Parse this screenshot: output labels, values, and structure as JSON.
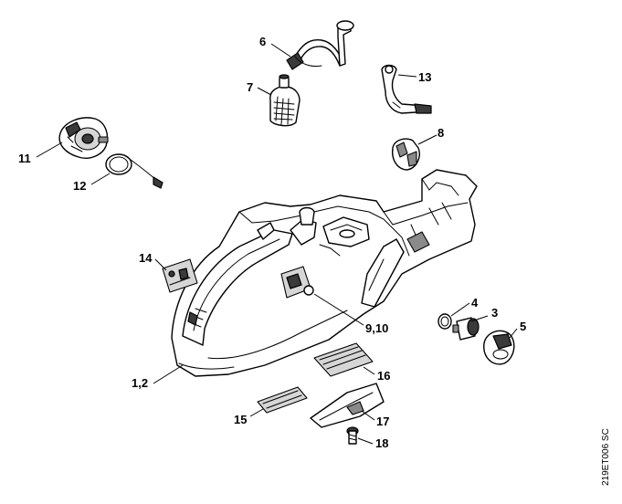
{
  "callouts": [
    {
      "id": "6",
      "text": "6"
    },
    {
      "id": "7",
      "text": "7"
    },
    {
      "id": "13",
      "text": "13"
    },
    {
      "id": "8",
      "text": "8"
    },
    {
      "id": "11",
      "text": "11"
    },
    {
      "id": "12",
      "text": "12"
    },
    {
      "id": "14",
      "text": "14"
    },
    {
      "id": "4",
      "text": "4"
    },
    {
      "id": "3",
      "text": "3"
    },
    {
      "id": "5",
      "text": "5"
    },
    {
      "id": "9_10",
      "text": "9,10"
    },
    {
      "id": "1_2",
      "text": "1,2"
    },
    {
      "id": "16",
      "text": "16"
    },
    {
      "id": "15",
      "text": "15"
    },
    {
      "id": "17",
      "text": "17"
    },
    {
      "id": "18",
      "text": "18"
    }
  ],
  "figure_ref": "219ET006 SC"
}
